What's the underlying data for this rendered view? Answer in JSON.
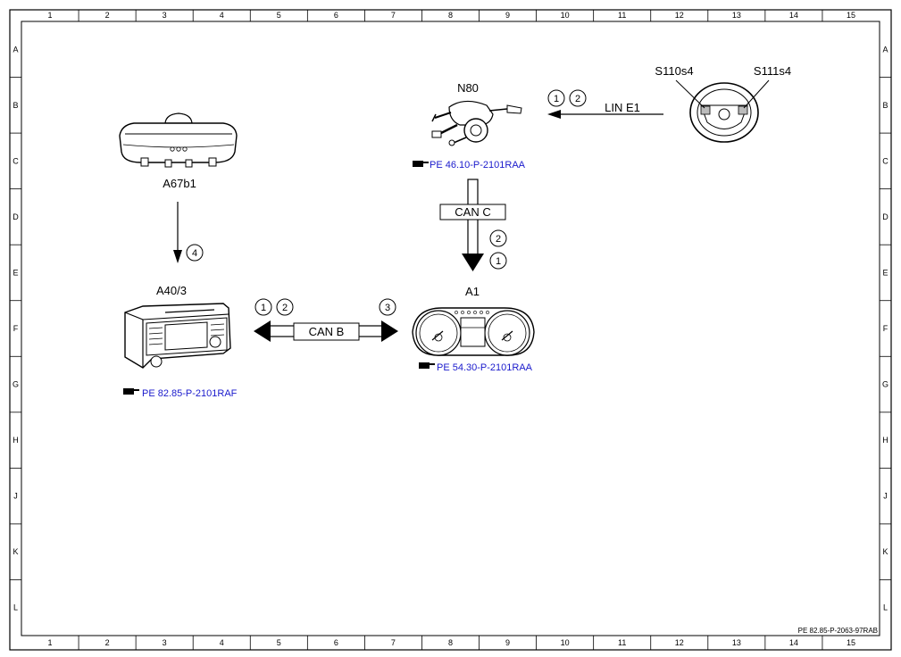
{
  "grid": {
    "columns": [
      "1",
      "2",
      "3",
      "4",
      "5",
      "6",
      "7",
      "8",
      "9",
      "10",
      "11",
      "12",
      "13",
      "14",
      "15"
    ],
    "rows": [
      "A",
      "B",
      "C",
      "D",
      "E",
      "F",
      "G",
      "H",
      "J",
      "K",
      "L"
    ]
  },
  "components": {
    "mirror": {
      "label": "A67b1",
      "icon": "rearview-mirror-icon"
    },
    "switch_module": {
      "label": "N80",
      "icon": "steering-column-switch-icon",
      "ref": "PE 46.10-P-2101RAA"
    },
    "steering_wheel": {
      "label_left": "S110s4",
      "label_right": "S111s4",
      "icon": "steering-wheel-icon"
    },
    "radio": {
      "label": "A40/3",
      "icon": "head-unit-icon",
      "ref": "PE 82.85-P-2101RAF"
    },
    "cluster": {
      "label": "A1",
      "icon": "instrument-cluster-icon",
      "ref": "PE 54.30-P-2101RAA"
    }
  },
  "buses": {
    "lin": {
      "label": "LIN E1",
      "markers": [
        "1",
        "2"
      ]
    },
    "can_c": {
      "label": "CAN C",
      "markers": [
        "2",
        "1"
      ]
    },
    "can_b": {
      "label": "CAN B",
      "markers_left": [
        "1",
        "2"
      ],
      "markers_right": [
        "3"
      ]
    },
    "mirror_link": {
      "markers": [
        "4"
      ]
    }
  },
  "footer_code": "PE 82.85-P-2063-97RAB",
  "colors": {
    "link": "#1a1acc",
    "line": "#000000"
  }
}
